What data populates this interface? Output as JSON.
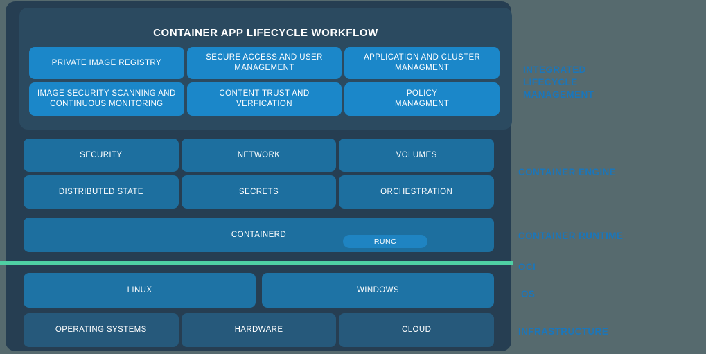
{
  "colors": {
    "page_background": "#566A6E",
    "main_panel": "#263E52",
    "workflow_panel": "#2B4A60",
    "workflow_box": "#1B87C9",
    "engine_box": "#1D6F9F",
    "os_box": "#1E73A5",
    "infrastructure_box": "#26597B",
    "runc_pill": "#1F84C2",
    "oci_line": "#4FD0A4",
    "side_label_text": "#1B76BA",
    "box_text": "#FFFFFF"
  },
  "workflow": {
    "title": "CONTAINER APP LIFECYCLE WORKFLOW",
    "boxes": [
      "PRIVATE IMAGE REGISTRY",
      "SECURE ACCESS AND USER\nMANAGEMENT",
      "APPLICATION AND CLUSTER\nMANAGMENT",
      "IMAGE SECURITY SCANNING AND\nCONTINUOUS MONITORING",
      "CONTENT TRUST AND\nVERFICATION",
      "POLICY\nMANAGMENT"
    ]
  },
  "engine": {
    "boxes": [
      "SECURITY",
      "NETWORK",
      "VOLUMES",
      "DISTRIBUTED STATE",
      "SECRETS",
      "ORCHESTRATION"
    ]
  },
  "runtime": {
    "containerd_label": "CONTAINERD",
    "runc_label": "RUNC"
  },
  "os": {
    "boxes": [
      "LINUX",
      "WINDOWS"
    ]
  },
  "infrastructure": {
    "boxes": [
      "OPERATING SYSTEMS",
      "HARDWARE",
      "CLOUD"
    ]
  },
  "side_labels": {
    "lifecycle": "INTEGRATED LIFECYCLE\nMANAGEMENT",
    "engine": "CONTAINER ENGINE",
    "runtime": "CONTAINER RUNTIME",
    "oci": "OCI",
    "os": "OS",
    "infrastructure": "INFRASTRUCTURE"
  }
}
